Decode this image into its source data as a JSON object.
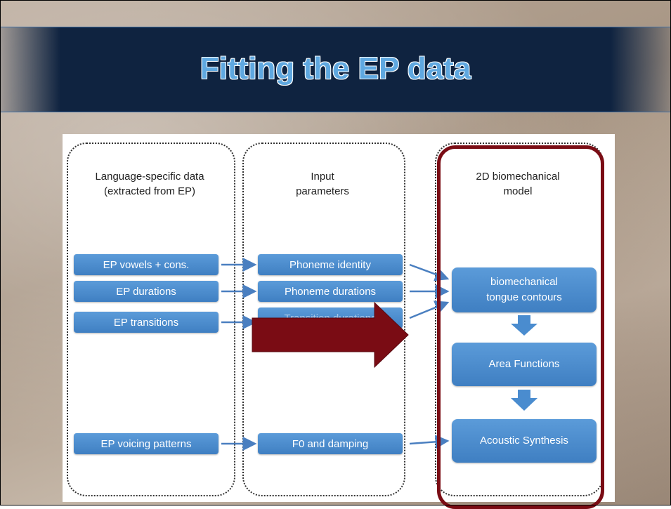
{
  "slide": {
    "title": "Fitting the EP data"
  },
  "columns": [
    {
      "heading": "Language-specific data\n(extracted from EP)"
    },
    {
      "heading": "Input\nparameters"
    },
    {
      "heading": "2D biomechanical\nmodel"
    }
  ],
  "left_boxes": [
    "EP vowels + cons.",
    "EP durations",
    "EP transitions",
    "EP voicing patterns"
  ],
  "mid_boxes": [
    "Phoneme identity",
    "Phoneme durations",
    "Transition durations",
    "F0 and damping"
  ],
  "right_boxes": [
    "biomechanical\ntongue contours",
    "Area Functions",
    "Acoustic Synthesis"
  ],
  "colors": {
    "box": "#4a8ccf",
    "arrow": "#4a7fc0",
    "highlight": "#7a0c14",
    "title_bg": "#0f2340",
    "title_text": "#5fa8e0"
  }
}
